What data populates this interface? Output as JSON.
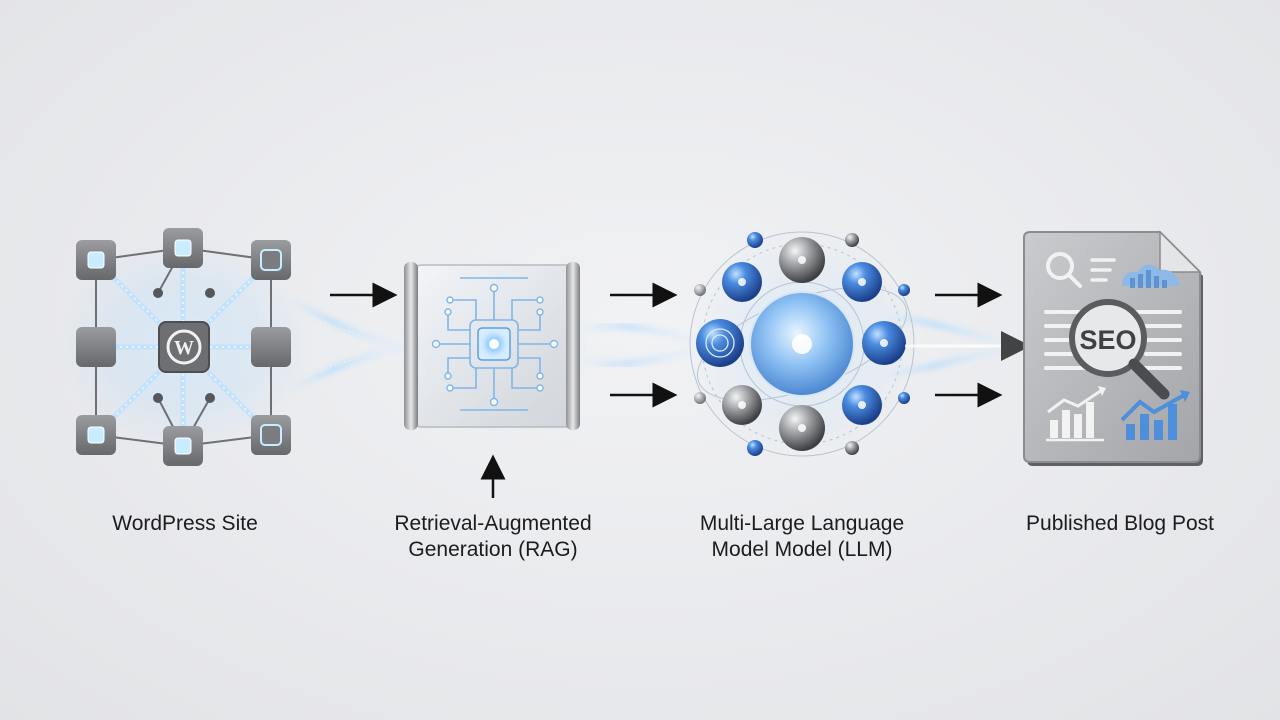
{
  "stages": [
    {
      "id": "wordpress",
      "label_lines": [
        "WordPress Site"
      ]
    },
    {
      "id": "rag",
      "label_lines": [
        "Retrieval-Augmented",
        "Generation (RAG)"
      ]
    },
    {
      "id": "llm",
      "label_lines": [
        "Multi-Large Language",
        "Model Model (LLM)"
      ]
    },
    {
      "id": "blog",
      "label_lines": [
        "Published Blog Post"
      ]
    }
  ],
  "document": {
    "badge_text": "SEO"
  },
  "icons": {
    "network": "network-graph-icon",
    "wordpress": "wordpress-logo-icon",
    "chip": "circuit-chip-icon",
    "orbs": "llm-orb-cluster-icon",
    "document": "document-icon",
    "magnifier": "magnifier-icon",
    "cloud": "cloud-icon",
    "bar_chart": "bar-chart-icon",
    "arrow": "arrow-right-icon"
  },
  "colors": {
    "accent_blue": "#3d7fd9",
    "glow_blue": "#a9d8ff",
    "node_gray": "#7d7f83",
    "dark_gray": "#55575b",
    "arrow": "#111111"
  }
}
